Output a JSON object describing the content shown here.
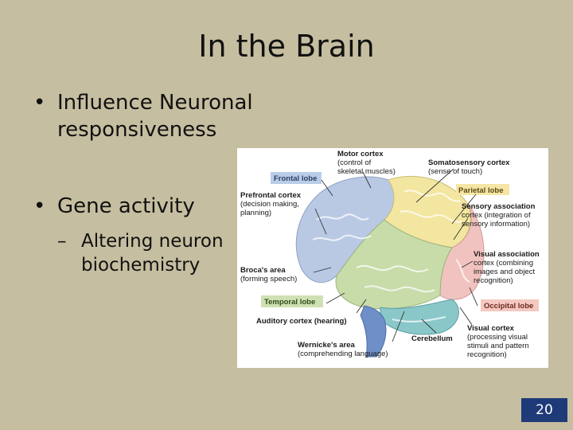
{
  "slide": {
    "title": "In the Brain",
    "bullets": [
      {
        "marker": "•",
        "text": "Influence Neuronal responsiveness"
      },
      {
        "marker": "•",
        "text": "Gene activity",
        "sub": [
          {
            "marker": "–",
            "text": "Altering neuron biochemistry"
          }
        ]
      }
    ],
    "page_number": "20"
  },
  "diagram": {
    "labels": {
      "frontal_lobe": "Frontal lobe",
      "motor_cortex": [
        "Motor cortex",
        "(control of",
        "skeletal muscles)"
      ],
      "somatosensory": [
        "Somatosensory cortex",
        "(sense of touch)"
      ],
      "parietal_lobe": "Parietal lobe",
      "prefrontal": [
        "Prefrontal cortex",
        "(decision making,",
        "planning)"
      ],
      "sensory_assoc": [
        "Sensory association",
        "cortex (integration of",
        "sensory information)"
      ],
      "visual_assoc": [
        "Visual association",
        "cortex (combining",
        "images and object",
        "recognition)"
      ],
      "brocas": [
        "Broca's area",
        "(forming speech)"
      ],
      "temporal_lobe": "Temporal lobe",
      "occipital_lobe": "Occipital lobe",
      "auditory": "Auditory cortex (hearing)",
      "cerebellum": "Cerebellum",
      "wernickes": [
        "Wernicke's area",
        "(comprehending language)"
      ],
      "visual_cortex": [
        "Visual cortex",
        "(processing visual",
        "stimuli and pattern",
        "recognition)"
      ]
    },
    "colors": {
      "frontal": "#b9c9e4",
      "parietal": "#f3e6a0",
      "occipital": "#f1c3c0",
      "temporal": "#c8dcaa",
      "cerebellum": "#8ac7c9",
      "brainstem": "#6f8fc9",
      "label_frontal_bg": "#b9cde8",
      "label_parietal_bg": "#f5e6a6",
      "label_temporal_bg": "#cfe1b3",
      "label_occipital_bg": "#f5c8c0"
    }
  }
}
